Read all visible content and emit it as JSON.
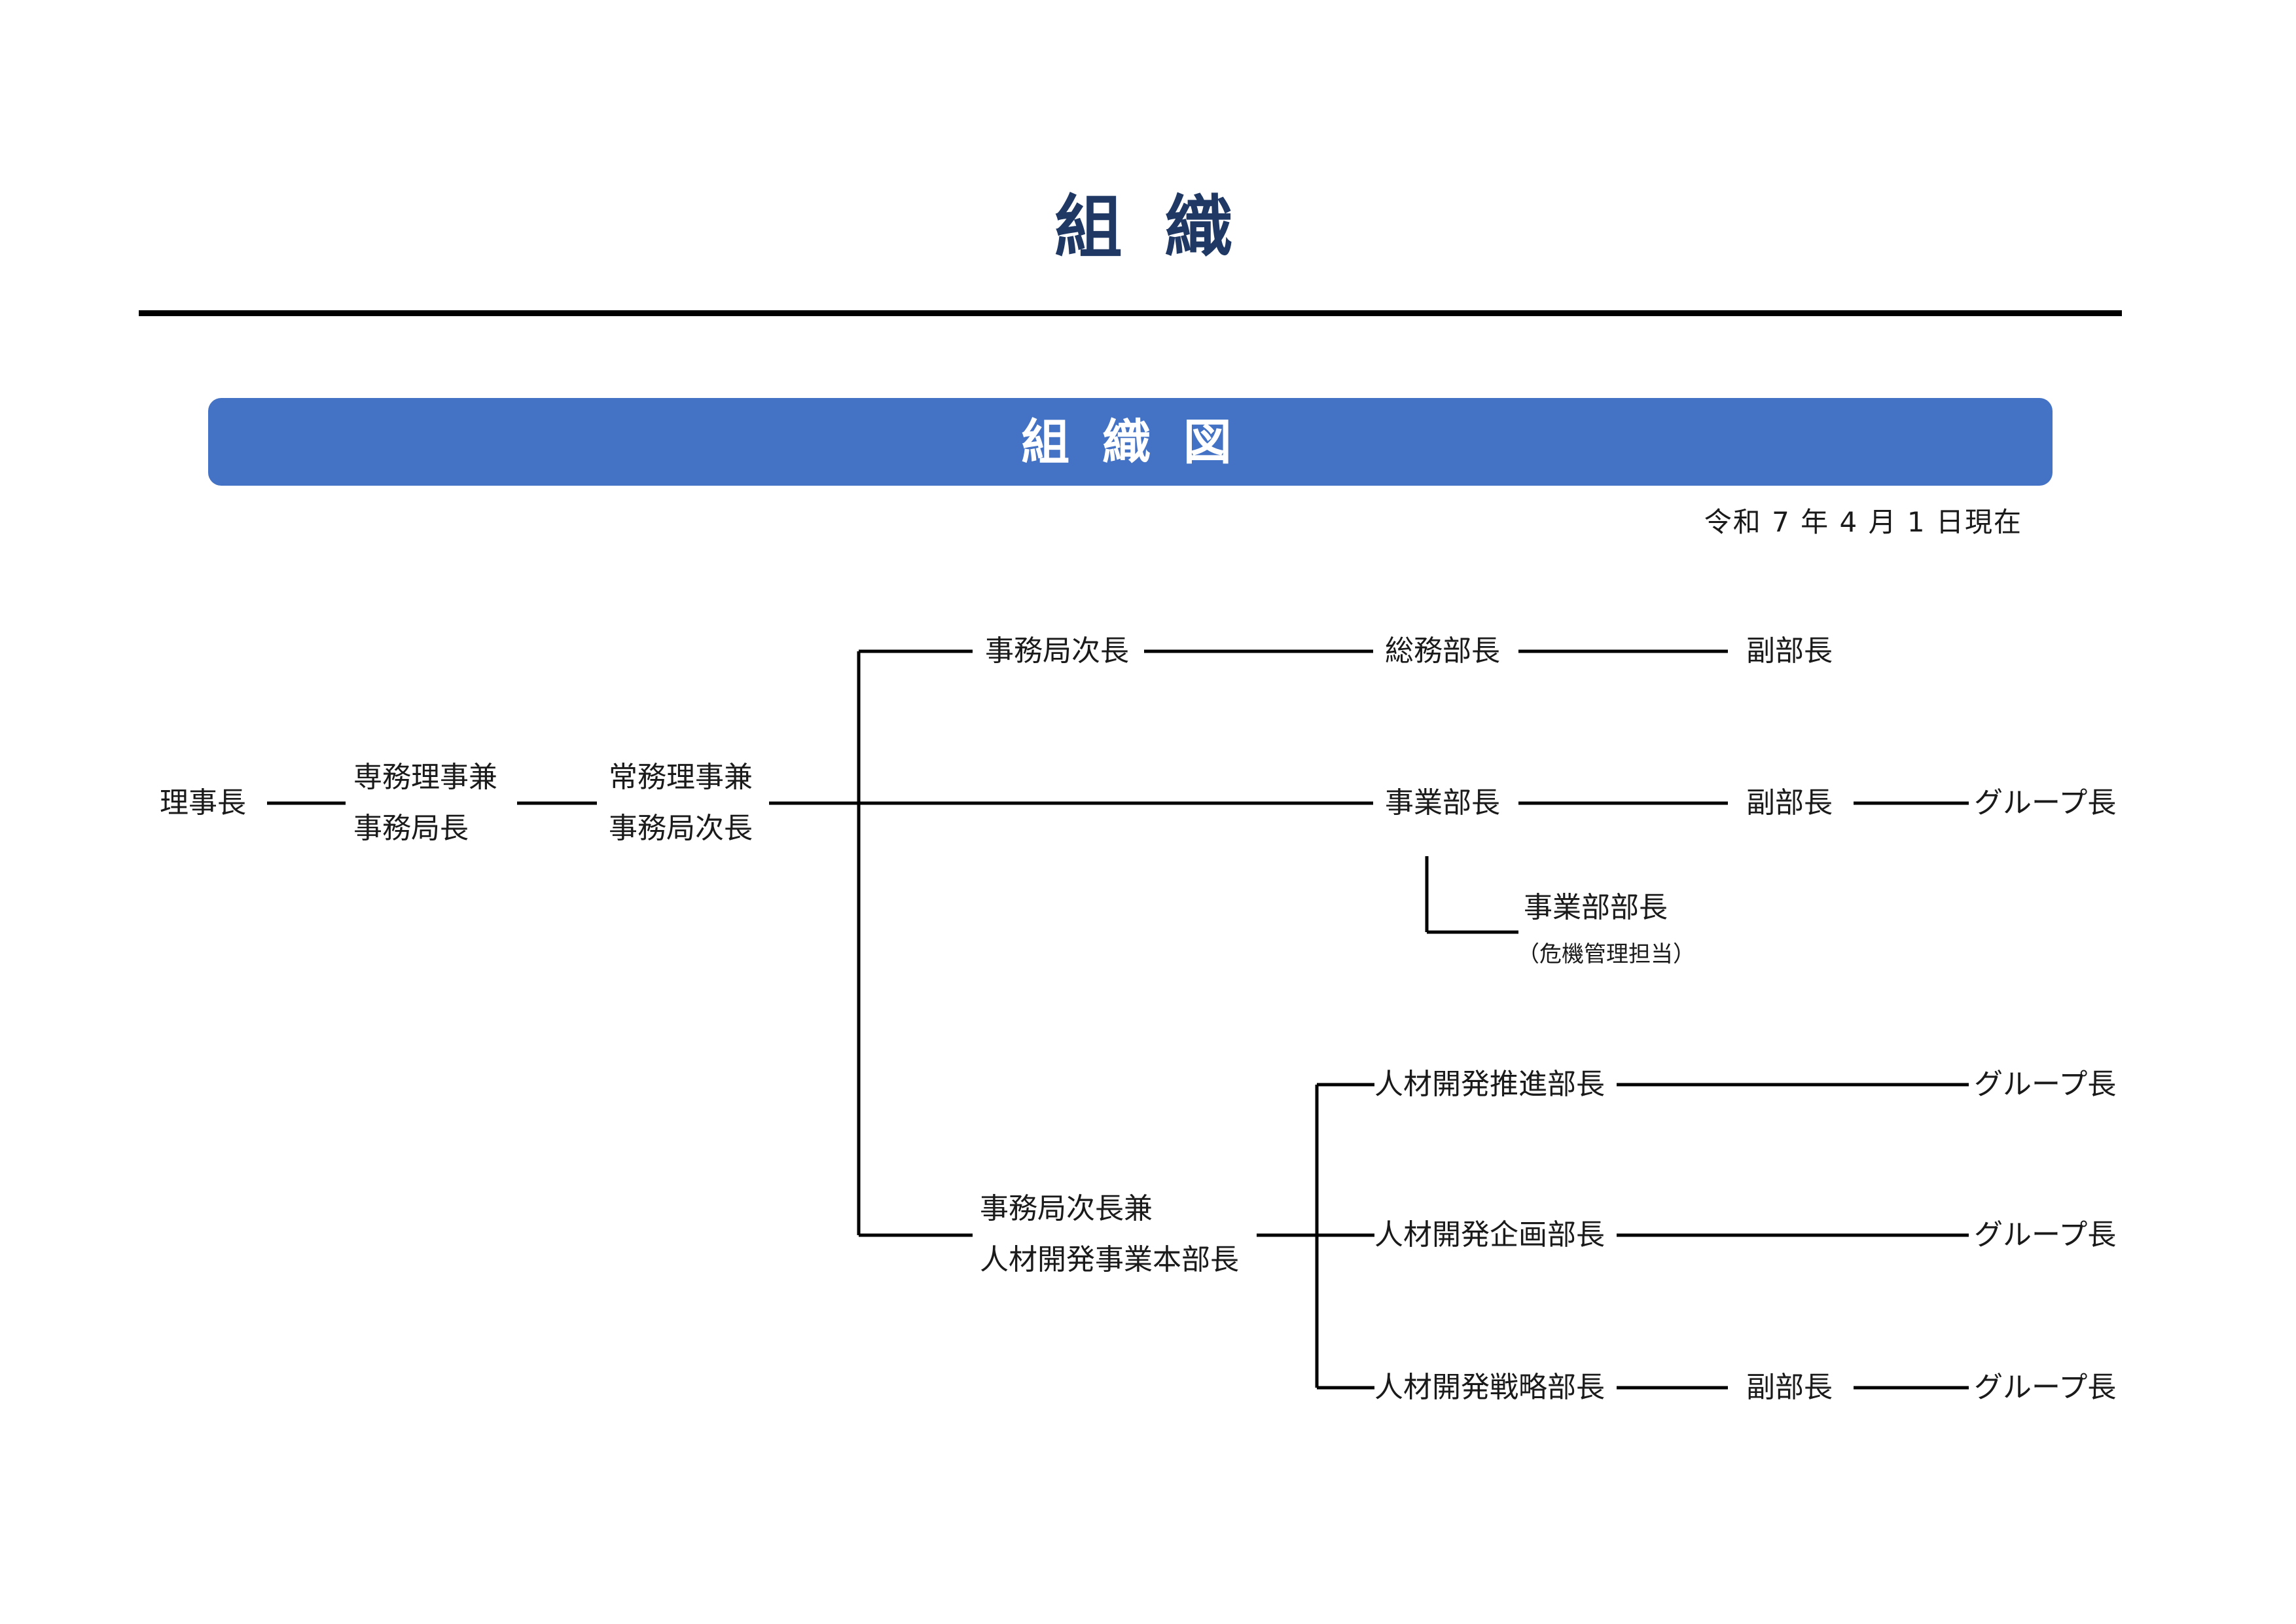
{
  "header": {
    "title": "組 織"
  },
  "banner": {
    "label": "組 織 図"
  },
  "date": "令和 7 年 4 月 1 日現在",
  "org": {
    "chairman": "理事長",
    "senmu": {
      "line1": "専務理事兼",
      "line2": "事務局長"
    },
    "jomu": {
      "line1": "常務理事兼",
      "line2": "事務局次長"
    },
    "vice_director_top": "事務局次長",
    "general_affairs_head": "総務部長",
    "deputy_1": "副部長",
    "business_head": "事業部長",
    "deputy_2": "副部長",
    "group_leader_1": "グループ長",
    "business_sub_head": "事業部部長",
    "business_sub_note": "（危機管理担当）",
    "vice_director_bottom": {
      "line1": "事務局次長兼",
      "line2": "人材開発事業本部長"
    },
    "hr_promotion_head": "人材開発推進部長",
    "group_leader_2": "グループ長",
    "hr_planning_head": "人材開発企画部長",
    "group_leader_3": "グループ長",
    "hr_strategy_head": "人材開発戦略部長",
    "deputy_3": "副部長",
    "group_leader_4": "グループ長"
  }
}
